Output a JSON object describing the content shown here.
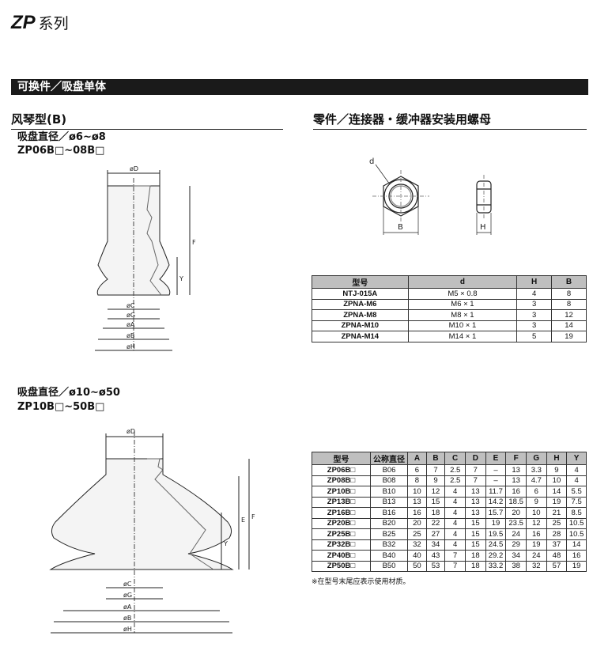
{
  "header": {
    "series_code": "ZP",
    "series_suffix": "系列"
  },
  "section_bar": "可换件／吸盘单体",
  "left": {
    "title": "风琴型(B)",
    "block1": {
      "range": "吸盘直径／ø6~ø8",
      "models": "ZP06B□~08B□"
    },
    "block2": {
      "range": "吸盘直径／ø10~ø50",
      "models": "ZP10B□~50B□"
    },
    "dim_labels": {
      "D": "øD",
      "F": "F",
      "Y": "Y",
      "E": "E",
      "C": "øC",
      "G": "øG",
      "A": "øA",
      "B": "øB",
      "H": "øH"
    }
  },
  "right": {
    "title": "零件／连接器・缓冲器安装用螺母",
    "nut_labels": {
      "d": "d",
      "B": "B",
      "H": "H"
    },
    "nut_table": {
      "headers": [
        "型号",
        "d",
        "H",
        "B"
      ],
      "rows": [
        [
          "NTJ-015A",
          "M5 × 0.8",
          "4",
          "8"
        ],
        [
          "ZPNA-M6",
          "M6 × 1",
          "3",
          "8"
        ],
        [
          "ZPNA-M8",
          "M8 × 1",
          "3",
          "12"
        ],
        [
          "ZPNA-M10",
          "M10 × 1",
          "3",
          "14"
        ],
        [
          "ZPNA-M14",
          "M14 × 1",
          "5",
          "19"
        ]
      ]
    },
    "pad_table": {
      "headers": [
        "型号",
        "公称直径",
        "A",
        "B",
        "C",
        "D",
        "E",
        "F",
        "G",
        "H",
        "Y"
      ],
      "rows": [
        [
          "ZP06B□",
          "B06",
          "6",
          "7",
          "2.5",
          "7",
          "–",
          "13",
          "3.3",
          "9",
          "4"
        ],
        [
          "ZP08B□",
          "B08",
          "8",
          "9",
          "2.5",
          "7",
          "–",
          "13",
          "4.7",
          "10",
          "4"
        ],
        [
          "ZP10B□",
          "B10",
          "10",
          "12",
          "4",
          "13",
          "11.7",
          "16",
          "6",
          "14",
          "5.5"
        ],
        [
          "ZP13B□",
          "B13",
          "13",
          "15",
          "4",
          "13",
          "14.2",
          "18.5",
          "9",
          "19",
          "7.5"
        ],
        [
          "ZP16B□",
          "B16",
          "16",
          "18",
          "4",
          "13",
          "15.7",
          "20",
          "10",
          "21",
          "8.5"
        ],
        [
          "ZP20B□",
          "B20",
          "20",
          "22",
          "4",
          "15",
          "19",
          "23.5",
          "12",
          "25",
          "10.5"
        ],
        [
          "ZP25B□",
          "B25",
          "25",
          "27",
          "4",
          "15",
          "19.5",
          "24",
          "16",
          "28",
          "10.5"
        ],
        [
          "ZP32B□",
          "B32",
          "32",
          "34",
          "4",
          "15",
          "24.5",
          "29",
          "19",
          "37",
          "14"
        ],
        [
          "ZP40B□",
          "B40",
          "40",
          "43",
          "7",
          "18",
          "29.2",
          "34",
          "24",
          "48",
          "16"
        ],
        [
          "ZP50B□",
          "B50",
          "50",
          "53",
          "7",
          "18",
          "33.2",
          "38",
          "32",
          "57",
          "19"
        ]
      ],
      "note": "※在型号末尾应表示使用材质。"
    }
  }
}
